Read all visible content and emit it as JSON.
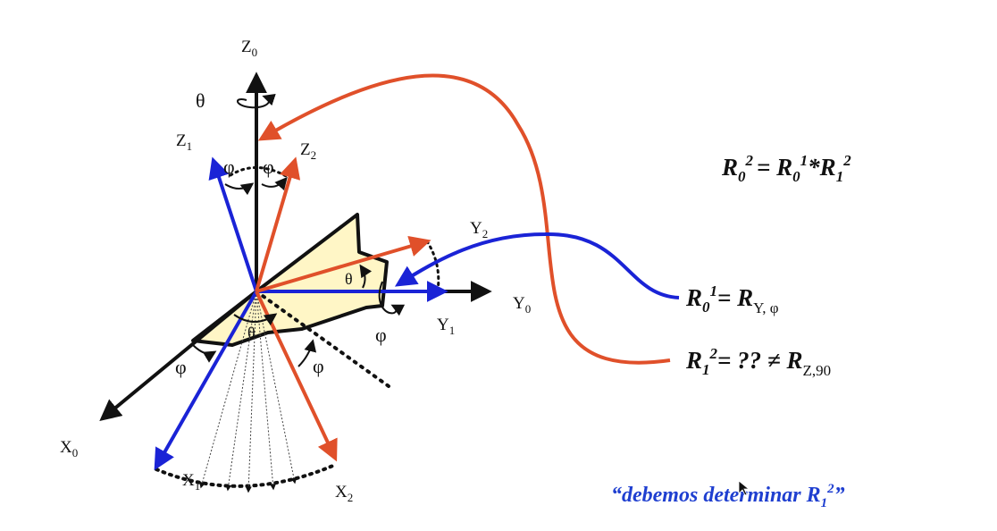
{
  "colors": {
    "black": "#111111",
    "blue": "#1a23d6",
    "red": "#e0502a",
    "fill": "#fff6c6",
    "quote": "#1f3fd0"
  },
  "axes": {
    "z0": {
      "main": "Z",
      "sub": "0"
    },
    "z1": {
      "main": "Z",
      "sub": "1"
    },
    "z2": {
      "main": "Z",
      "sub": "2"
    },
    "x0": {
      "main": "X",
      "sub": "0"
    },
    "x1": {
      "main": "X",
      "sub": "1"
    },
    "x2": {
      "main": "X",
      "sub": "2"
    },
    "y0": {
      "main": "Y",
      "sub": "0"
    },
    "y1": {
      "main": "Y",
      "sub": "1"
    },
    "y2": {
      "main": "Y",
      "sub": "2"
    }
  },
  "angles": {
    "theta": "θ",
    "phi": "φ"
  },
  "equations": {
    "eq1": {
      "lhs": "R",
      "lhs_sub": "0",
      "lhs_sup": "2",
      "eq": "= ",
      "r1": "R",
      "r1_sub": "0",
      "r1_sup": "1",
      "op": "*",
      "r2": "R",
      "r2_sub": "1",
      "r2_sup": "2"
    },
    "eq2": {
      "lhs": "R",
      "lhs_sub": "0",
      "lhs_sup": "1",
      "eq": "= ",
      "rhs": "R",
      "rhs_sub": "Y, φ"
    },
    "eq3": {
      "lhs": "R",
      "lhs_sub": "1",
      "lhs_sup": "2",
      "eq": "= ?? ≠ ",
      "rhs": "R",
      "rhs_sub": "Z,90"
    }
  },
  "quote": {
    "text": "“debemos determinar R",
    "sub": "1",
    "sup": "2",
    "close": "”"
  }
}
